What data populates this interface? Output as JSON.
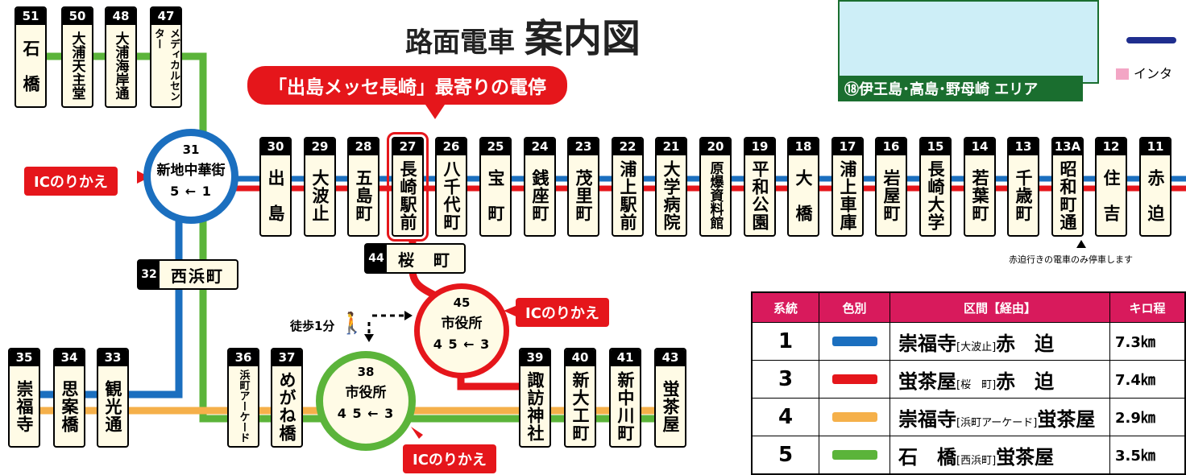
{
  "title": {
    "prefix": "路面電車",
    "main": "案内図"
  },
  "callout": "「出島メッセ長崎」最寄りの電停",
  "ic_transfer": "ICのりかえ",
  "walk_note": "徒歩1分",
  "note": "赤迫行きの電車のみ停車します",
  "inset": {
    "label": "⑱伊王島･高島･野母崎 エリア",
    "legend_pink": "インタ"
  },
  "colors": {
    "blue": "#1b6fbf",
    "red": "#e5161b",
    "orange": "#f5b04a",
    "green": "#5bb43a",
    "header": "#d81a5c"
  },
  "hubs": [
    {
      "num": "31",
      "name": "新地中華街",
      "icons": "5 ← 1",
      "border": "#1b6fbf"
    },
    {
      "num": "45",
      "name": "市役所",
      "icons": "4 5 ← 3",
      "border": "#e5161b"
    },
    {
      "num": "38",
      "name": "市役所",
      "icons": "4 5 ← 3",
      "border": "#5bb43a"
    }
  ],
  "top_stops": [
    {
      "num": "51",
      "name": "石　橋"
    },
    {
      "num": "50",
      "name": "大浦天主堂"
    },
    {
      "num": "48",
      "name": "大浦海岸通"
    },
    {
      "num": "47",
      "name": "メディカルセンター"
    }
  ],
  "main_stops": [
    {
      "num": "30",
      "name": "出　島"
    },
    {
      "num": "29",
      "name": "大波止"
    },
    {
      "num": "28",
      "name": "五島町"
    },
    {
      "num": "27",
      "name": "長崎駅前"
    },
    {
      "num": "26",
      "name": "八千代町"
    },
    {
      "num": "25",
      "name": "宝　町"
    },
    {
      "num": "24",
      "name": "銭座町"
    },
    {
      "num": "23",
      "name": "茂里町"
    },
    {
      "num": "22",
      "name": "浦上駅前"
    },
    {
      "num": "21",
      "name": "大学病院"
    },
    {
      "num": "20",
      "name": "原爆資料館"
    },
    {
      "num": "19",
      "name": "平和公園"
    },
    {
      "num": "18",
      "name": "大　橋"
    },
    {
      "num": "17",
      "name": "浦上車庫"
    },
    {
      "num": "16",
      "name": "岩屋町"
    },
    {
      "num": "15",
      "name": "長崎大学"
    },
    {
      "num": "14",
      "name": "若葉町"
    },
    {
      "num": "13",
      "name": "千歳町"
    },
    {
      "num": "13A",
      "name": "昭和町通"
    },
    {
      "num": "12",
      "name": "住　吉"
    },
    {
      "num": "11",
      "name": "赤　迫"
    }
  ],
  "hstops": [
    {
      "num": "32",
      "name": "西浜町"
    },
    {
      "num": "44",
      "name": "桜　町"
    }
  ],
  "bottom_stops": [
    {
      "num": "35",
      "name": "崇福寺"
    },
    {
      "num": "34",
      "name": "思案橋"
    },
    {
      "num": "33",
      "name": "観光通"
    },
    {
      "num": "36",
      "name": "浜町アーケード"
    },
    {
      "num": "37",
      "name": "めがね橋"
    },
    {
      "num": "39",
      "name": "諏訪神社"
    },
    {
      "num": "40",
      "name": "新大工町"
    },
    {
      "num": "41",
      "name": "新中川町"
    },
    {
      "num": "43",
      "name": "蛍茶屋"
    }
  ],
  "table": {
    "headers": [
      "系統",
      "色別",
      "区間【経由】",
      "キロ程"
    ],
    "rows": [
      {
        "line": "1",
        "color": "#1b6fbf",
        "from": "崇福寺",
        "via": "[大波止]",
        "to": "赤　迫",
        "km": "7.3㎞"
      },
      {
        "line": "3",
        "color": "#e5161b",
        "from": "蛍茶屋",
        "via": "[桜　町]",
        "to": "赤　迫",
        "km": "7.4㎞"
      },
      {
        "line": "4",
        "color": "#f5b04a",
        "from": "崇福寺",
        "via": "[浜町アーケード]",
        "to": "蛍茶屋",
        "km": "2.9㎞"
      },
      {
        "line": "5",
        "color": "#5bb43a",
        "from": "石　橋",
        "via": "[西浜町]",
        "to": "蛍茶屋",
        "km": "3.5㎞"
      }
    ]
  }
}
